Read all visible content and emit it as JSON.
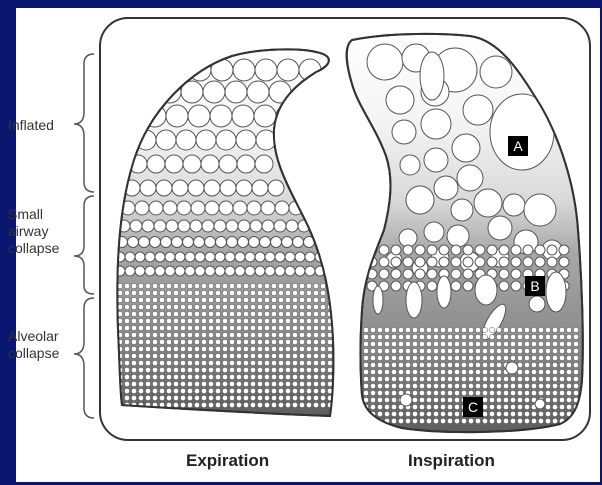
{
  "labels": {
    "inflated": "Inflated",
    "small_airway_collapse": "Small\nairway\ncollapse",
    "alveolar_collapse": "Alveolar\ncollapse",
    "expiration": "Expiration",
    "inspiration": "Inspiration"
  },
  "markers": [
    "A",
    "B",
    "C"
  ],
  "colors": {
    "slide_background": "#0b1670",
    "panel": "#ffffff",
    "inflated_fill": "#ffffff",
    "collapse_gradient_light": "#e6e6e6",
    "collapse_gradient_dark": "#5e5e5e",
    "badge": "#000000"
  }
}
